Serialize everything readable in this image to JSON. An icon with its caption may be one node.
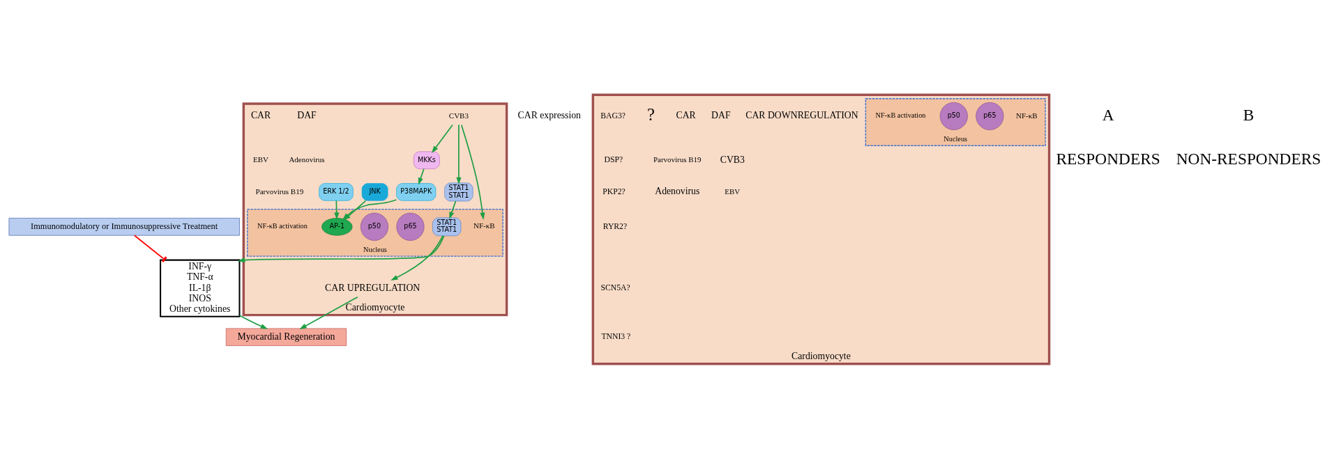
{
  "diagram": {
    "nodes": [
      {
        "text": [
          "Myocardial Regeneration"
        ]
      },
      {
        "text": [
          "INF-γ",
          "TNF-α",
          "IL-1β",
          "INOS",
          "Other cytokines"
        ]
      },
      {
        "text": [
          "Immunomodulatory or Immunosuppressive Treatment"
        ]
      },
      {
        "text": [
          "Cardiomyocyte"
        ]
      },
      {
        "text": [
          "CAR UPREGULATION"
        ],
        "in": 3
      },
      {
        "text": [
          "CVB3"
        ],
        "in": 3
      },
      {
        "text": [
          "STAT1",
          "STAT1"
        ],
        "in": 3
      },
      {
        "text": [
          "MKKs"
        ],
        "in": 3
      },
      {
        "text": [
          "JNK"
        ],
        "in": 3
      },
      {
        "text": [
          "P38MAPK"
        ],
        "in": 3
      },
      {
        "text": [
          "ERK 1/2"
        ],
        "in": 3
      },
      {
        "text": [
          "Nucleus"
        ],
        "in": 3
      },
      {
        "text": [
          "STAT1",
          "STAT1"
        ],
        "in": 11
      },
      {
        "text": [
          "NF-κB"
        ],
        "in": 11
      },
      {
        "text": [
          "p65"
        ],
        "in": 11
      },
      {
        "text": [
          "p50"
        ],
        "in": 11
      },
      {
        "text": [
          "AP-1"
        ],
        "in": 11
      },
      {
        "text": [
          "CAR expression"
        ]
      },
      {
        "text": [
          "Cardiomyocyte"
        ]
      },
      {
        "text": [
          "CAR DOWNREGULATION"
        ],
        "in": 18
      },
      {
        "text": [
          "Nucleus"
        ],
        "in": 18
      },
      {
        "text": [
          "NF-κB"
        ],
        "in": 20
      },
      {
        "text": [
          "p65"
        ],
        "in": 20
      },
      {
        "text": [
          "p50"
        ],
        "in": 20
      }
    ],
    "edges": [
      {
        "from": 4,
        "to": 0,
        "arrow": "to"
      },
      {
        "from": 1,
        "to": 0,
        "arrow": "to"
      },
      {
        "from": 2,
        "to": 1,
        "arrow": "other",
        "color": "#ff0000"
      },
      {
        "from": 5,
        "to": 6,
        "arrow": "to"
      },
      {
        "from": 5,
        "to": 13,
        "arrow": "to"
      },
      {
        "from": 5,
        "to": 7,
        "arrow": "to"
      },
      {
        "from": 6,
        "to": 12,
        "arrow": "to"
      },
      {
        "from": 7,
        "to": 9,
        "arrow": "to"
      },
      {
        "from": 8,
        "to": 16,
        "arrow": "to"
      },
      {
        "from": 9,
        "to": 16,
        "arrow": "to"
      },
      {
        "from": 10,
        "to": 16,
        "arrow": "to"
      },
      {
        "from": 12,
        "to": 4,
        "arrow": "to"
      },
      {
        "from": 12,
        "to": 1,
        "arrow": "to"
      }
    ],
    "labels": [
      "A",
      "RESPONDERS",
      "B",
      "NON-RESPONDERS",
      "DAF",
      "CAR",
      "Adenovirus",
      "EBV",
      "Parvovirus B19",
      "NF-κB activation",
      "DAF",
      "CAR",
      "CVB3",
      "Parvovirus B19",
      "EBV",
      "Adenovirus",
      "?",
      "BAG3?",
      "DSP?",
      "PKP2?",
      "RYR2?",
      "SCN5A?",
      "TNNI3 ?",
      "NF-κB activation"
    ]
  }
}
